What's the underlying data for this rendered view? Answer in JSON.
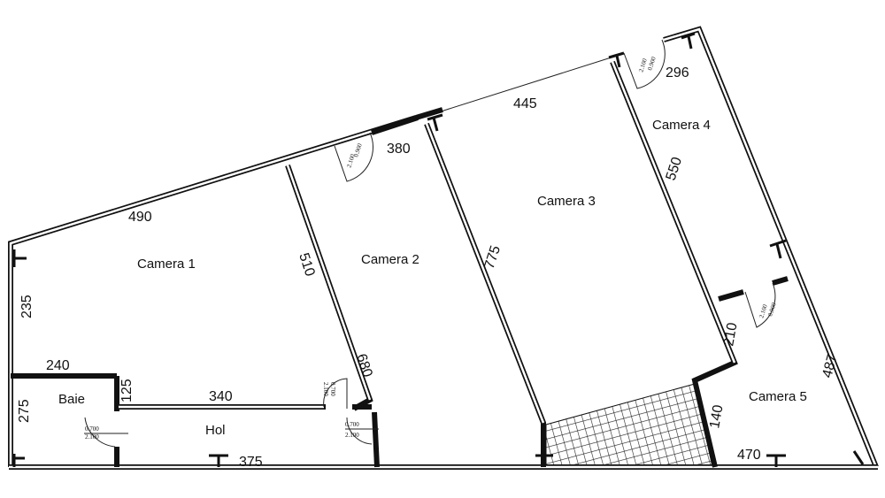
{
  "rooms": {
    "camera1": "Camera 1",
    "camera2": "Camera 2",
    "camera3": "Camera 3",
    "camera4": "Camera 4",
    "camera5": "Camera 5",
    "baie": "Baie",
    "hol": "Hol"
  },
  "dimensions": {
    "d490": "490",
    "d380": "380",
    "d445": "445",
    "d296": "296",
    "d235": "235",
    "d510": "510",
    "d775": "775",
    "d550": "550",
    "d240": "240",
    "d125": "125",
    "d340": "340",
    "d680": "680",
    "d275": "275",
    "d375": "375",
    "d210": "210",
    "d487": "487",
    "d140": "140",
    "d470": "470"
  },
  "doors": {
    "large_width": "0.900",
    "small_width": "0.700",
    "height": "2.100"
  }
}
